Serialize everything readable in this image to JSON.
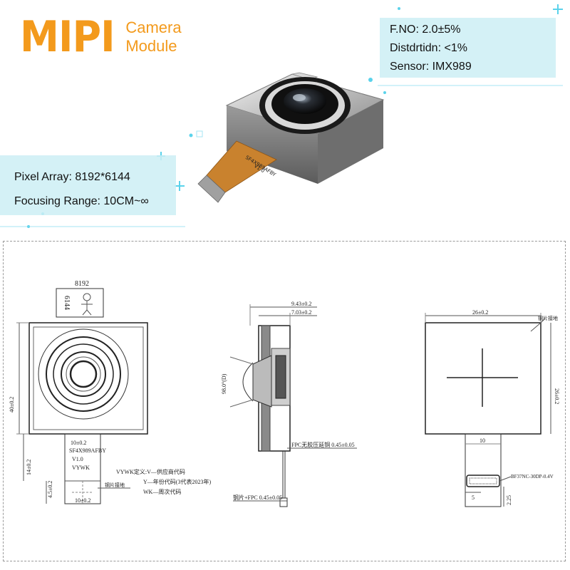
{
  "brand": {
    "mipi": "MIPI",
    "line1": "Camera",
    "line2": "Module"
  },
  "specs_right": [
    "F.NO: 2.0±5%",
    "Distdrtidn: <1%",
    "Sensor: IMX989"
  ],
  "specs_left": [
    "Pixel Array: 8192*6144",
    "Focusing Range: 10CM~∞"
  ],
  "product": {
    "fpc_label_1": "SF4X989AFBY",
    "fpc_label_2": "V1.0"
  },
  "colors": {
    "brand_orange": "#f39a1c",
    "spec_box": "#cdeef4",
    "fpc_copper": "#c9822e"
  },
  "front_view": {
    "sensor_w": "8192",
    "sensor_h": "6144",
    "dim_height": "40±0.2",
    "dim_tab_top": "10±0.2",
    "dim_tab_bottom": "10±0.2",
    "dim_fpc_len": "14±0.2",
    "dim_conn": "4.5±0.2",
    "label_1": "SF4X989AFBY",
    "label_2": "V1.0",
    "label_3": "VYWK",
    "note_title": "VYWK定义:V—供应商代码",
    "note_y": "Y—年份代码(3代表2023年)",
    "note_wk": "WK—周次代码",
    "stiffener": "钢片接地"
  },
  "side_view": {
    "dim_total": "9.43±0.2",
    "dim_body": "7.03±0.2",
    "fov": "98.0°(D)",
    "fpc_note": "FPC无胶压延铜 0.45±0.05",
    "stiffener_note": "钢片+FPC 0.45±0.05"
  },
  "back_view": {
    "dim_width": "26±0.2",
    "dim_height": "26±0.2",
    "stiffener": "钢片接地",
    "dim_fpc": "10",
    "connector": "BF37NC-30DP-0.4V",
    "dim_5": "5",
    "dim_225": "2.25"
  }
}
